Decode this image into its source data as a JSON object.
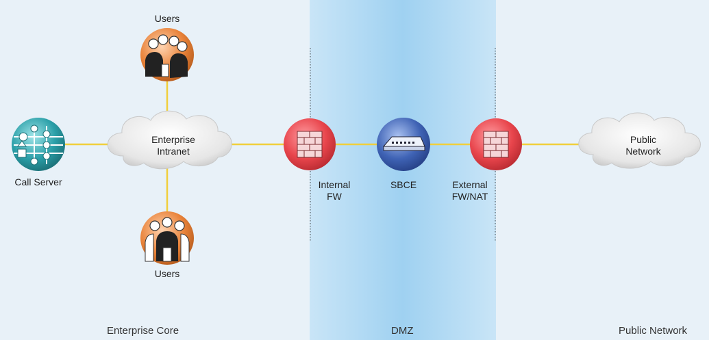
{
  "nodes": {
    "users_top": "Users",
    "users_bottom": "Users",
    "call_server": "Call Server",
    "enterprise_intranet": "Enterprise\nIntranet",
    "internal_fw": "Internal\nFW",
    "sbce": "SBCE",
    "external_fw": "External\nFW/NAT",
    "public_network_cloud": "Public\nNetwork"
  },
  "zones": {
    "enterprise_core": "Enterprise Core",
    "dmz": "DMZ",
    "public_network": "Public Network"
  },
  "colors": {
    "background": "#e8f1f8",
    "dmz_band": "#a9d6f2",
    "link": "#f0cf3c",
    "firewall": "#e8454c",
    "sbce": "#3f63b5",
    "call_server": "#2a9fa8",
    "users": "#e9833a"
  },
  "icons": {
    "users": "users-group-icon",
    "call_server": "call-server-icon",
    "cloud": "cloud-icon",
    "firewall": "firewall-brick-icon",
    "sbce": "sbc-appliance-icon"
  }
}
